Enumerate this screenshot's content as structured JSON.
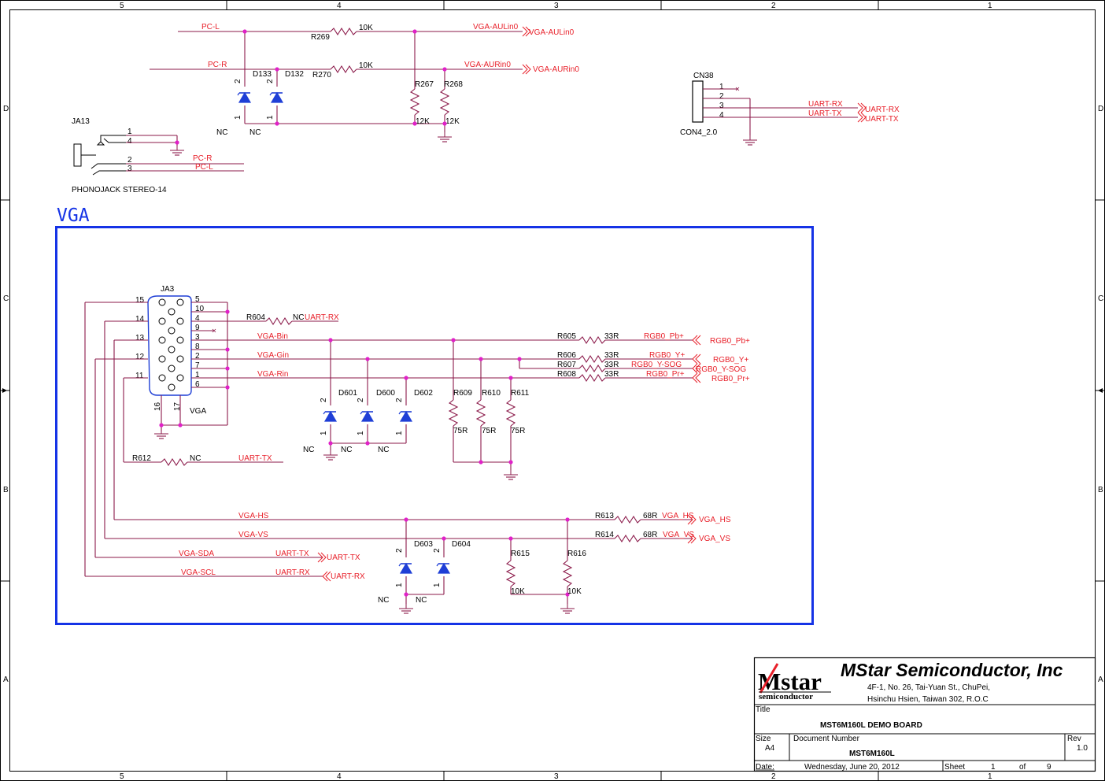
{
  "frame": {
    "column_labels": [
      "5",
      "4",
      "3",
      "2",
      "1"
    ],
    "row_labels": [
      "D",
      "C",
      "B",
      "A"
    ]
  },
  "colors": {
    "wire": "#8b1a4a",
    "net_label": "#e8202a",
    "diode": "#1f3fd6",
    "junction": "#e021c8",
    "vga_box": "#1533e6"
  },
  "audio_section": {
    "nets": {
      "pc_l": "PC-L",
      "pc_r": "PC-R",
      "vga_aulin0": "VGA-AULin0",
      "vga_aurin0": "VGA-AURin0"
    },
    "r269": {
      "ref": "R269",
      "value": "10K"
    },
    "r270": {
      "ref": "R270",
      "value": "10K"
    },
    "r267": {
      "ref": "R267",
      "value": "12K"
    },
    "r268": {
      "ref": "R268",
      "value": "12K"
    },
    "d133": {
      "ref": "D133",
      "nc": "NC"
    },
    "d132": {
      "ref": "D132",
      "nc": "NC"
    },
    "jack": {
      "ref": "JA13",
      "name": "PHONOJACK STEREO-14",
      "pins": [
        "1",
        "4",
        "2",
        "3"
      ],
      "nets": {
        "pc_r": "PC-R",
        "pc_l": "PC-L"
      }
    },
    "diode_pins": {
      "anode": "2",
      "cathode": "1"
    }
  },
  "uart_header": {
    "ref": "CN38",
    "name": "CON4_2.0",
    "pins": [
      "1",
      "2",
      "3",
      "4"
    ],
    "nets": [
      "UART-RX",
      "UART-TX"
    ],
    "ports": [
      "UART-RX",
      "UART-TX"
    ]
  },
  "vga_section": {
    "title": "VGA",
    "connector": {
      "ref": "JA3",
      "name": "VGA",
      "left_pins": [
        "15",
        "14",
        "13",
        "12",
        "11"
      ],
      "right_pins": [
        "5",
        "10",
        "4",
        "9",
        "3",
        "8",
        "2",
        "7",
        "1",
        "6"
      ],
      "bottom_pins": [
        "16",
        "17"
      ]
    },
    "nets": {
      "vga_bin": "VGA-Bin",
      "vga_gin": "VGA-Gin",
      "vga_rin": "VGA-Rin",
      "vga_hs": "VGA-HS",
      "vga_vs": "VGA-VS",
      "vga_sda": "VGA-SDA",
      "vga_scl": "VGA-SCL",
      "uart_rx": "UART-RX",
      "uart_tx": "UART-TX",
      "rgb0_pb": "RGB0_Pb+",
      "rgb0_y": "RGB0_Y+",
      "rgb0_ysog": "RGB0_Y-SOG",
      "rgb0_pr": "RGB0_Pr+"
    },
    "ports": {
      "rgb0_pb": "RGB0_Pb+",
      "rgb0_y": "RGB0_Y+",
      "rgb0_ysog": "RGB0_Y-SOG",
      "rgb0_pr": "RGB0_Pr+",
      "vga_hs": "VGA_HS",
      "vga_vs": "VGA_VS",
      "uart_tx": "UART-TX",
      "uart_rx": "UART-RX",
      "uart_rx_top": "UART-RX"
    },
    "resistors": {
      "r604": {
        "ref": "R604",
        "value": "NC"
      },
      "r605": {
        "ref": "R605",
        "value": "33R"
      },
      "r606": {
        "ref": "R606",
        "value": "33R"
      },
      "r607": {
        "ref": "R607",
        "value": "33R"
      },
      "r608": {
        "ref": "R608",
        "value": "33R"
      },
      "r609": {
        "ref": "R609",
        "value": "75R"
      },
      "r610": {
        "ref": "R610",
        "value": "75R"
      },
      "r611": {
        "ref": "R611",
        "value": "75R"
      },
      "r612": {
        "ref": "R612",
        "value": "NC"
      },
      "r613": {
        "ref": "R613",
        "value": "68R"
      },
      "r614": {
        "ref": "R614",
        "value": "68R"
      },
      "r615": {
        "ref": "R615",
        "value": "10K"
      },
      "r616": {
        "ref": "R616",
        "value": "10K"
      }
    },
    "hs_label": "VGA_HS",
    "vs_label": "VGA_VS",
    "diodes": {
      "d601": "D601",
      "d600": "D600",
      "d602": "D602",
      "d603": "D603",
      "d604": "D604"
    },
    "nc": "NC"
  },
  "title_block": {
    "company": "MStar Semiconductor, Inc",
    "address_line1": "4F-1, No. 26, Tai-Yuan St., ChuPei,",
    "address_line2": "Hsinchu Hsien, Taiwan 302, R.O.C",
    "logo_text": "Mstar",
    "logo_subtext": "semiconductor",
    "title_label": "Title",
    "title": "MST6M160L DEMO BOARD",
    "size_label": "Size",
    "size": "A4",
    "doc_label": "Document Number",
    "doc_number": "MST6M160L",
    "rev_label": "Rev",
    "rev": "1.0",
    "date_label": "Date:",
    "date": "Wednesday, June 20, 2012",
    "sheet_label": "Sheet",
    "sheet": "1",
    "of_label": "of",
    "total": "9"
  }
}
